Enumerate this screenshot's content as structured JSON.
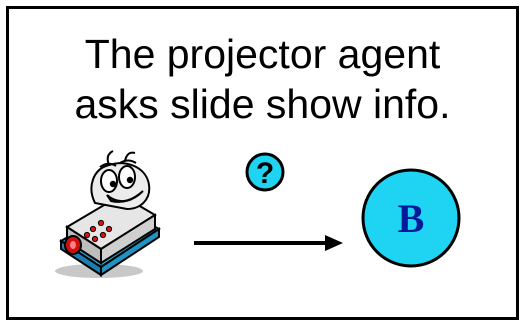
{
  "caption": {
    "line1": "The projector agent",
    "line2": "asks slide show info."
  },
  "query_icon": {
    "glyph": "?",
    "fill": "#1fd3f3",
    "icon": "question-mark-circle-icon"
  },
  "target_node": {
    "label": "B",
    "fill": "#1fd3f3",
    "text_color": "#001a99"
  },
  "arrow": {
    "color": "#000000"
  },
  "projector": {
    "icon": "cartoon-projector-icon",
    "body_color": "#d8d8d8",
    "base_color": "#2aa8d8",
    "button_color": "#e01010"
  }
}
